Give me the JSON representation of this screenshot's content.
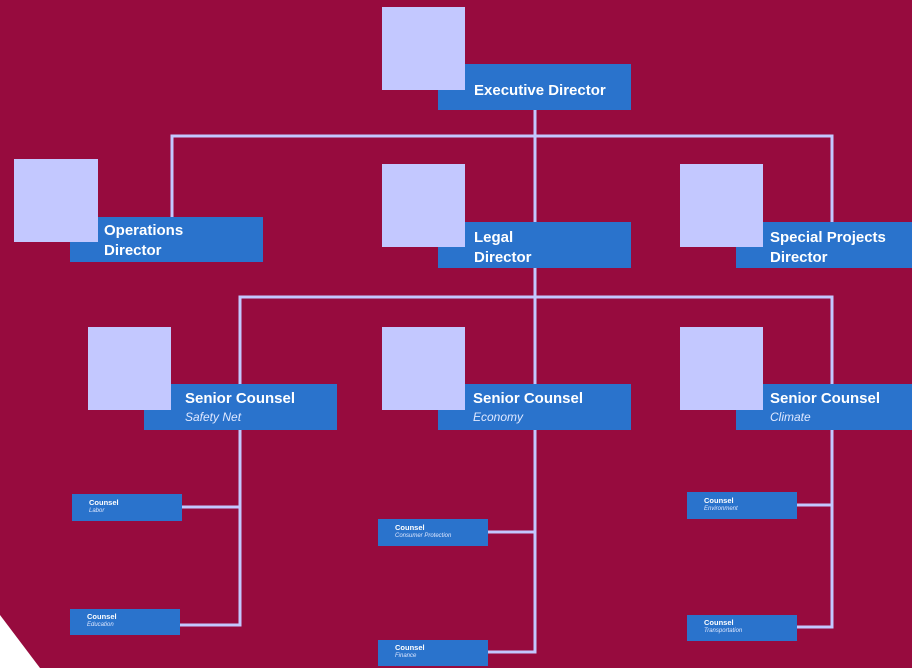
{
  "colors": {
    "background": "#970b3e",
    "box": "#2a73cc",
    "photo": "#c3c8ff",
    "connector": "#c3c8ff"
  },
  "nodes": {
    "executive_director": {
      "title": "Executive Director"
    },
    "operations_director": {
      "title": "Operations\nDirector"
    },
    "legal_director": {
      "title": "Legal\nDirector"
    },
    "special_projects_director": {
      "title": "Special Projects\nDirector"
    },
    "senior_counsel_safety_net": {
      "title": "Senior Counsel",
      "subtitle": "Safety Net"
    },
    "senior_counsel_economy": {
      "title": "Senior Counsel",
      "subtitle": "Economy"
    },
    "senior_counsel_climate": {
      "title": "Senior Counsel",
      "subtitle": "Climate"
    },
    "counsel_labor": {
      "title": "Counsel",
      "subtitle": "Labor"
    },
    "counsel_education": {
      "title": "Counsel",
      "subtitle": "Education"
    },
    "counsel_consumer_protection": {
      "title": "Counsel",
      "subtitle": "Consumer Protection"
    },
    "counsel_finance": {
      "title": "Counsel",
      "subtitle": "Finance"
    },
    "counsel_environment": {
      "title": "Counsel",
      "subtitle": "Environment"
    },
    "counsel_transportation": {
      "title": "Counsel",
      "subtitle": "Transportation"
    }
  }
}
